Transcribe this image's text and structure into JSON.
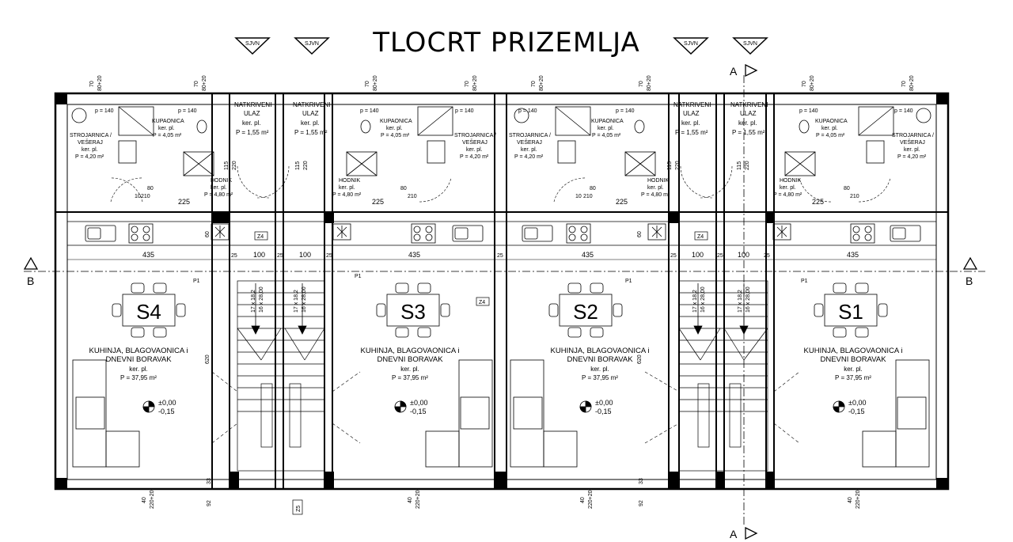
{
  "title": "TLOCRT PRIZEMLJA",
  "north_marks": [
    "SJVN",
    "SJVN",
    "SJVN",
    "SJVN"
  ],
  "section_marks": {
    "a_top": "A",
    "a_bottom": "A",
    "b_left": "B",
    "b_right": "B"
  },
  "units": [
    {
      "id": "S4",
      "label": "S4",
      "room": "KUHINJA, BLAGOVAONICA i",
      "room2": "DNEVNI BORAVAK",
      "floor": "ker. pl.",
      "area": "P = 37,95 m²",
      "level_top": "±0,00",
      "level_bottom": "-0,15",
      "p1": "P1",
      "bath": {
        "name": "KUPAONICA",
        "floor": "ker. pl.",
        "area": "P = 4,05 m²"
      },
      "laundry": {
        "name": "STROJARNICA /",
        "name2": "VEŠERAJ",
        "floor": "ker. pl.",
        "area": "P = 4,20 m²"
      },
      "hall": {
        "name": "HODNIK",
        "floor": "ker. pl.",
        "area": "P = 4,80 m²"
      },
      "entry": {
        "name": "NATKRIVENI",
        "name2": "ULAZ",
        "floor": "ker. pl.",
        "area": "P = 1,55 m²"
      }
    },
    {
      "id": "S3",
      "label": "S3",
      "room": "KUHINJA, BLAGOVAONICA i",
      "room2": "DNEVNI BORAVAK",
      "floor": "ker. pl.",
      "area": "P = 37,95 m²",
      "level_top": "±0,00",
      "level_bottom": "-0,15",
      "p1": "P1",
      "bath": {
        "name": "KUPAONICA",
        "floor": "ker. pl.",
        "area": "P = 4,05 m²"
      },
      "laundry": {
        "name": "STROJARNICA /",
        "name2": "VEŠERAJ",
        "floor": "ker. pl.",
        "area": "P = 4,20 m²"
      },
      "hall": {
        "name": "HODNIK",
        "floor": "ker. pl.",
        "area": "P = 4,80 m²"
      },
      "entry": {
        "name": "NATKRIVENI",
        "name2": "ULAZ",
        "floor": "ker. pl.",
        "area": "P = 1,55 m²"
      }
    },
    {
      "id": "S2",
      "label": "S2",
      "room": "KUHINJA, BLAGOVAONICA i",
      "room2": "DNEVNI BORAVAK",
      "floor": "ker. pl.",
      "area": "P = 37,95 m²",
      "level_top": "±0,00",
      "level_bottom": "-0,15",
      "p1": "P1",
      "bath": {
        "name": "KUPAONICA",
        "floor": "ker. pl.",
        "area": "P = 4,05 m²"
      },
      "laundry": {
        "name": "STROJARNICA /",
        "name2": "VEŠERAJ",
        "floor": "ker. pl.",
        "area": "P = 4,20 m²"
      },
      "hall": {
        "name": "HODNIK",
        "floor": "ker. pl.",
        "area": "P = 4,80 m²"
      },
      "entry": {
        "name": "NATKRIVENI",
        "name2": "ULAZ",
        "floor": "ker. pl.",
        "area": "P = 1,55 m²"
      }
    },
    {
      "id": "S1",
      "label": "S1",
      "room": "KUHINJA, BLAGOVAONICA i",
      "room2": "DNEVNI BORAVAK",
      "floor": "ker. pl.",
      "area": "P = 37,95 m²",
      "level_top": "±0,00",
      "level_bottom": "-0,15",
      "p1": "P1",
      "bath": {
        "name": "KUPAONICA",
        "floor": "ker. pl.",
        "area": "P = 4,05 m²"
      },
      "laundry": {
        "name": "STROJARNICA /",
        "name2": "VEŠERAJ",
        "floor": "ker. pl.",
        "area": "P = 4,20 m²"
      },
      "hall": {
        "name": "HODNIK",
        "floor": "ker. pl.",
        "area": "P = 4,80 m²"
      },
      "entry": {
        "name": "NATKRIVENI",
        "name2": "ULAZ",
        "floor": "ker. pl.",
        "area": "P = 1,55 m²"
      }
    }
  ],
  "stairs": {
    "label1": "17 x 18,2",
    "label2": "16 x 28,00"
  },
  "dims": {
    "d435": "435",
    "d100": "100",
    "d25": "25",
    "d225": "225",
    "d620": "620",
    "d60": "60",
    "d210": "210",
    "d80": "80",
    "d10": "10",
    "d115": "115",
    "d220": "220",
    "d70": "70",
    "d80_20": "80+20",
    "d140": "p = 140",
    "d92": "92",
    "d33": "33",
    "d40": "40",
    "d220_20": "220+20"
  },
  "tags": {
    "z4": "Z4",
    "z5": "Z5"
  }
}
